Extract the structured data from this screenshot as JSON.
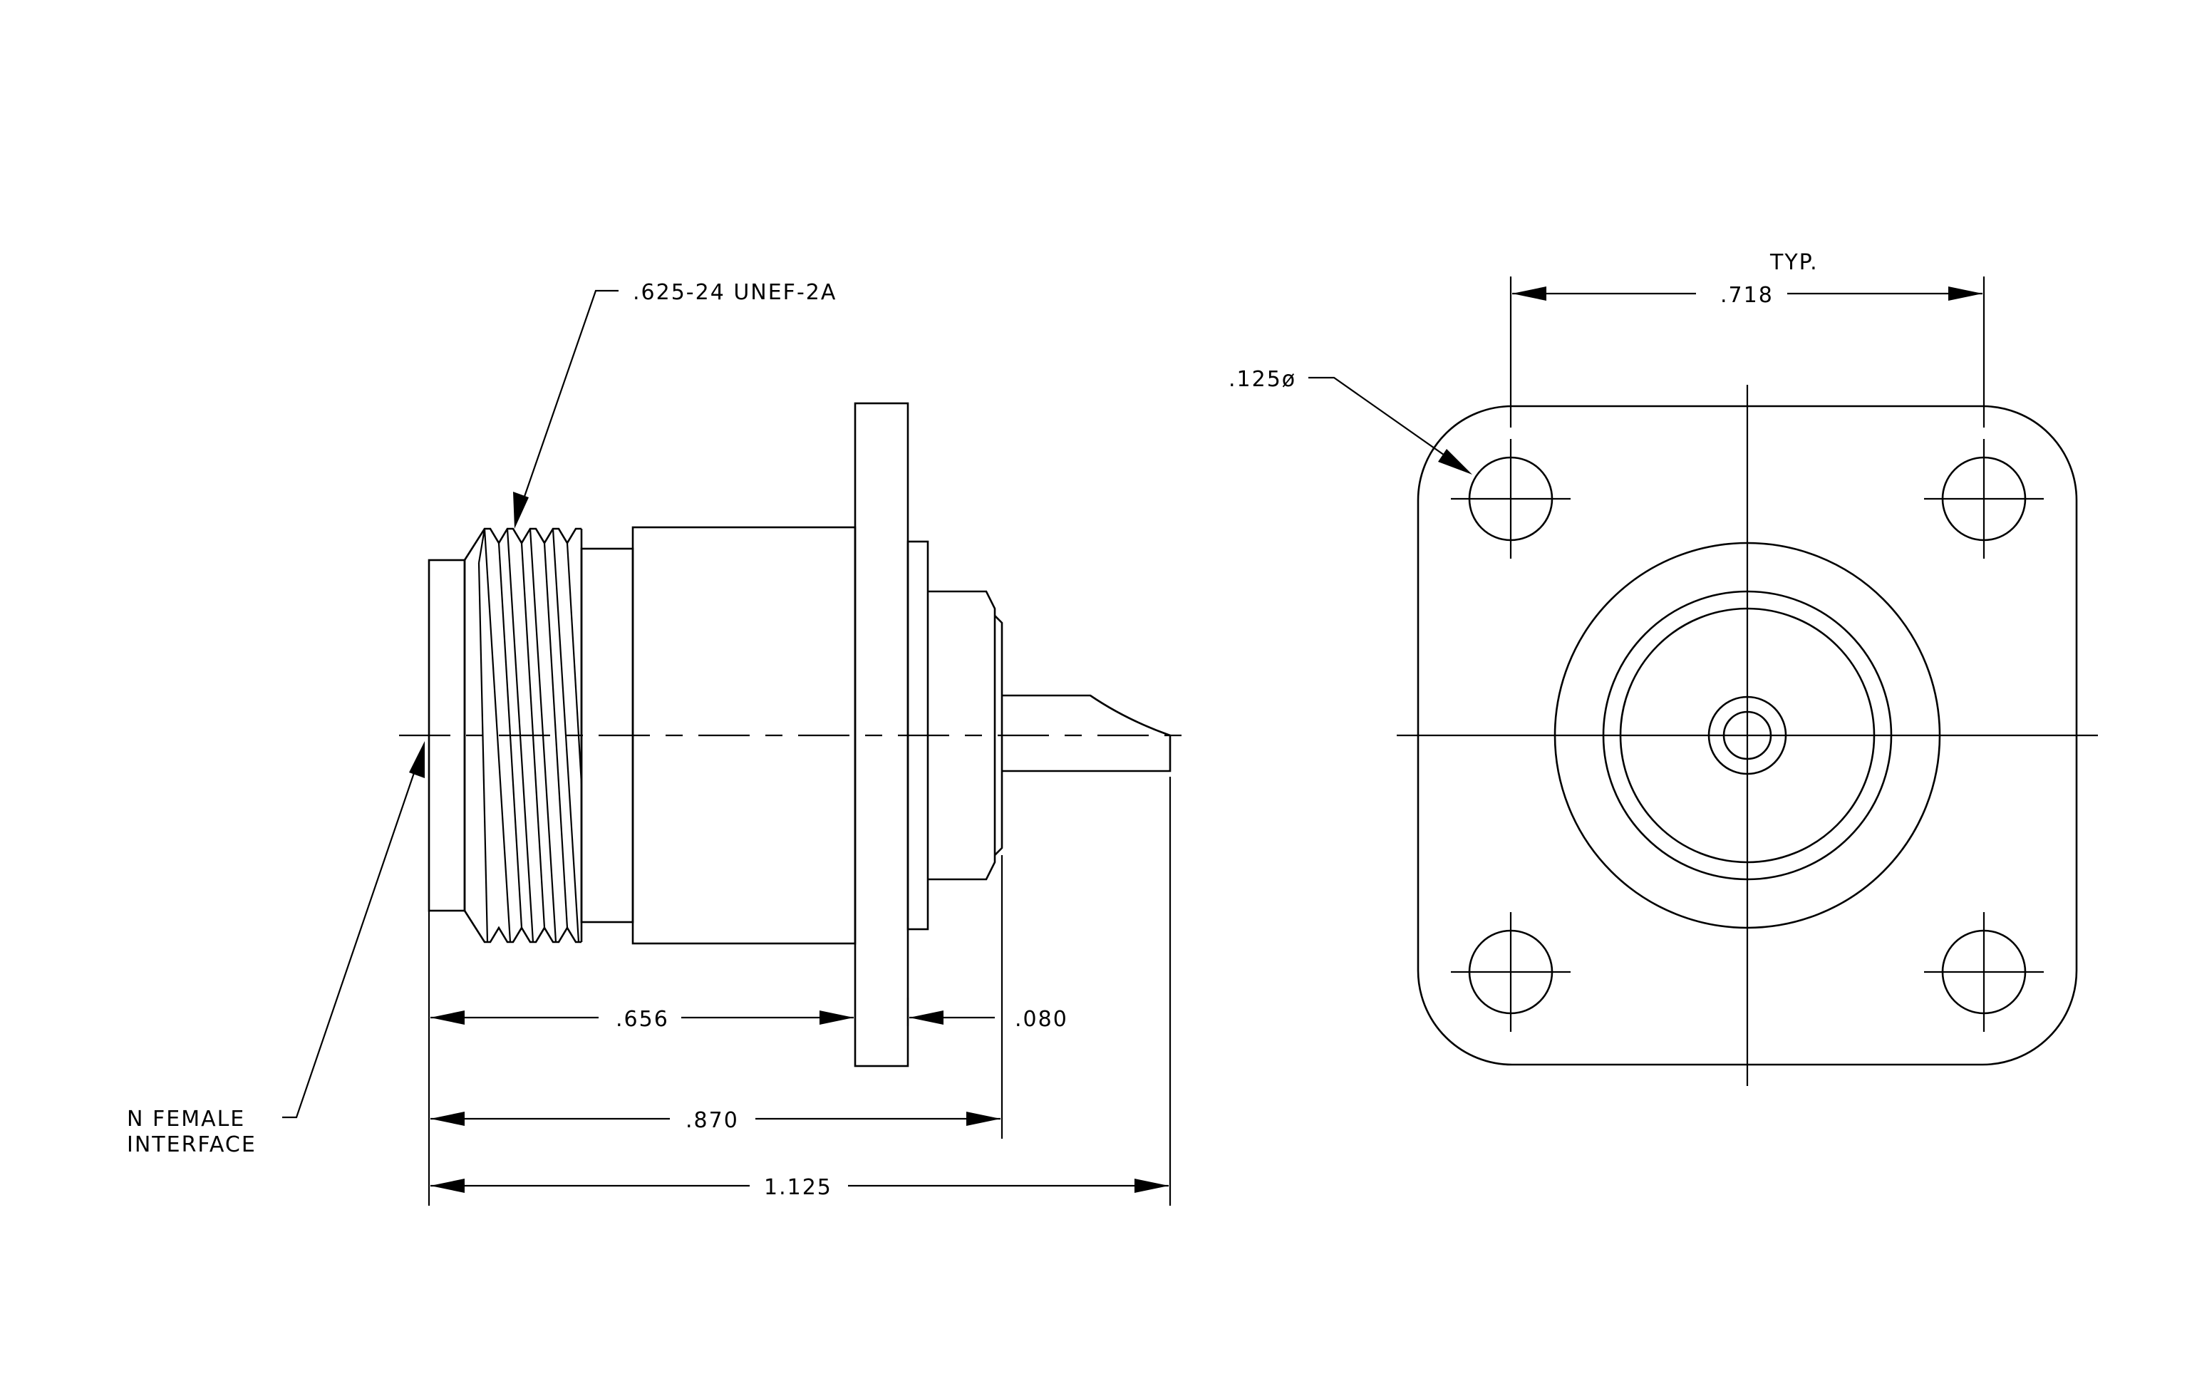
{
  "labels": {
    "thread_spec": ".625-24 UNEF-2A",
    "interface_line1": "N FEMALE",
    "interface_line2": "INTERFACE",
    "hole_dia": ".125ø",
    "typ": "TYP.",
    "spacing": ".718"
  },
  "dimensions": {
    "d656": ".656",
    "d080": ".080",
    "d870": ".870",
    "d1125": "1.125"
  },
  "colors": {
    "line": "#000000",
    "background": "#ffffff"
  }
}
